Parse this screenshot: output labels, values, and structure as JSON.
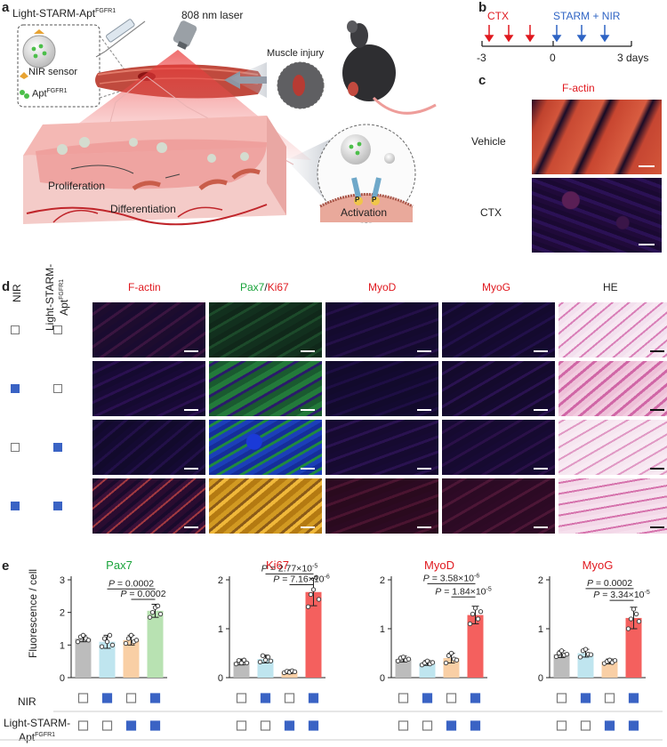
{
  "panel_a": {
    "letter": "a",
    "title_main": "Light-STARM-Apt",
    "title_sup": "FGFR1",
    "laser": "808 nm laser",
    "legend_sensor": "NIR sensor",
    "legend_apt_main": "Apt",
    "legend_apt_sup": "FGFR1",
    "injury": "Muscle injury",
    "proliferation": "Proliferation",
    "differentiation": "Differentiation",
    "activation": "Activation",
    "p_label": "P"
  },
  "panel_b": {
    "letter": "b",
    "ctx": "CTX",
    "starm": "STARM + NIR",
    "t_neg": "-3",
    "t_zero": "0",
    "t_end": "3 days"
  },
  "panel_c": {
    "letter": "c",
    "stain": "F-actin",
    "vehicle": "Vehicle",
    "ctx": "CTX"
  },
  "panel_d": {
    "letter": "d",
    "row_nir": "NIR",
    "row_starm_line1": "Light-STARM-",
    "row_starm_line2_main": "Apt",
    "row_starm_line2_sup": "FGFR1",
    "col_factin": "F-actin",
    "col_pax7": "Pax7",
    "col_slash": "/",
    "col_ki67": "Ki67",
    "col_myod": "MyoD",
    "col_myog": "MyoG",
    "col_he": "HE",
    "nir_states": [
      false,
      true,
      false,
      true
    ],
    "starm_states": [
      false,
      false,
      true,
      true
    ]
  },
  "panel_e": {
    "letter": "e",
    "ylabel": "Fluorescence / cell",
    "row_nir": "NIR",
    "row_starm_line1": "Light-STARM-",
    "row_starm_line2_main": "Apt",
    "row_starm_line2_sup": "FGFR1",
    "nir_states": [
      false,
      true,
      false,
      true
    ],
    "starm_states": [
      false,
      false,
      true,
      true
    ]
  },
  "chart_data": [
    {
      "type": "bar",
      "title": "Pax7",
      "title_color": "#19a33a",
      "ylim": [
        0,
        3
      ],
      "yticks": [
        0,
        1,
        2,
        3
      ],
      "values": [
        1.2,
        1.1,
        1.15,
        2.05
      ],
      "errors": [
        0.1,
        0.2,
        0.15,
        0.2
      ],
      "points": [
        [
          1.1,
          1.25,
          1.3,
          1.2,
          1.15
        ],
        [
          0.95,
          1.2,
          1.1,
          1.3,
          1.0
        ],
        [
          1.05,
          1.2,
          1.3,
          1.1,
          1.15
        ],
        [
          1.85,
          2.0,
          2.15,
          2.2,
          1.95
        ]
      ],
      "colors": [
        "#bcbcbc",
        "#bfe5ef",
        "#f9cfa5",
        "#b8e2b2"
      ],
      "brackets": [
        {
          "from": 1,
          "to": 3,
          "level": 2.72,
          "label": "P = 0.0002"
        },
        {
          "from": 2,
          "to": 3,
          "level": 2.4,
          "label": "P = 0.0002"
        }
      ]
    },
    {
      "type": "bar",
      "title": "Ki67",
      "title_color": "#e0191f",
      "ylim": [
        0,
        2
      ],
      "yticks": [
        0,
        1,
        2
      ],
      "values": [
        0.32,
        0.38,
        0.12,
        1.75
      ],
      "errors": [
        0.06,
        0.08,
        0.04,
        0.28
      ],
      "points": [
        [
          0.28,
          0.35,
          0.3,
          0.36,
          0.3
        ],
        [
          0.32,
          0.45,
          0.36,
          0.42,
          0.34
        ],
        [
          0.1,
          0.13,
          0.11,
          0.14,
          0.12
        ],
        [
          1.45,
          1.7,
          1.8,
          2.05,
          1.6
        ]
      ],
      "colors": [
        "#bcbcbc",
        "#bfe5ef",
        "#f9cfa5",
        "#f4605e"
      ],
      "brackets": [
        {
          "from": 1,
          "to": 3,
          "level": 2.12,
          "label": "P = 2.77×10-5"
        },
        {
          "from": 2,
          "to": 3,
          "level": 1.9,
          "label": "P = 7.16×10-6"
        }
      ]
    },
    {
      "type": "bar",
      "title": "MyoD",
      "title_color": "#e0191f",
      "ylim": [
        0,
        2
      ],
      "yticks": [
        0,
        1,
        2
      ],
      "values": [
        0.38,
        0.3,
        0.4,
        1.28
      ],
      "errors": [
        0.06,
        0.05,
        0.1,
        0.18
      ],
      "points": [
        [
          0.34,
          0.4,
          0.42,
          0.36,
          0.38
        ],
        [
          0.26,
          0.3,
          0.34,
          0.28,
          0.31
        ],
        [
          0.3,
          0.45,
          0.5,
          0.38,
          0.36
        ],
        [
          1.1,
          1.3,
          1.42,
          1.2,
          1.35
        ]
      ],
      "colors": [
        "#bcbcbc",
        "#bfe5ef",
        "#f9cfa5",
        "#f4605e"
      ],
      "brackets": [
        {
          "from": 1,
          "to": 3,
          "level": 1.92,
          "label": "P = 3.58×10-6"
        },
        {
          "from": 2,
          "to": 3,
          "level": 1.65,
          "label": "P = 1.84×10-5"
        }
      ]
    },
    {
      "type": "bar",
      "title": "MyoG",
      "title_color": "#e0191f",
      "ylim": [
        0,
        2
      ],
      "yticks": [
        0,
        1,
        2
      ],
      "values": [
        0.48,
        0.5,
        0.33,
        1.22
      ],
      "errors": [
        0.07,
        0.08,
        0.05,
        0.22
      ],
      "points": [
        [
          0.43,
          0.5,
          0.55,
          0.46,
          0.48
        ],
        [
          0.42,
          0.55,
          0.58,
          0.48,
          0.47
        ],
        [
          0.29,
          0.33,
          0.36,
          0.31,
          0.35
        ],
        [
          1.0,
          1.2,
          1.4,
          1.3,
          1.15
        ]
      ],
      "colors": [
        "#bcbcbc",
        "#bfe5ef",
        "#f9cfa5",
        "#f4605e"
      ],
      "brackets": [
        {
          "from": 1,
          "to": 3,
          "level": 1.82,
          "label": "P = 0.0002"
        },
        {
          "from": 2,
          "to": 3,
          "level": 1.58,
          "label": "P = 3.34×10-5"
        }
      ]
    }
  ]
}
